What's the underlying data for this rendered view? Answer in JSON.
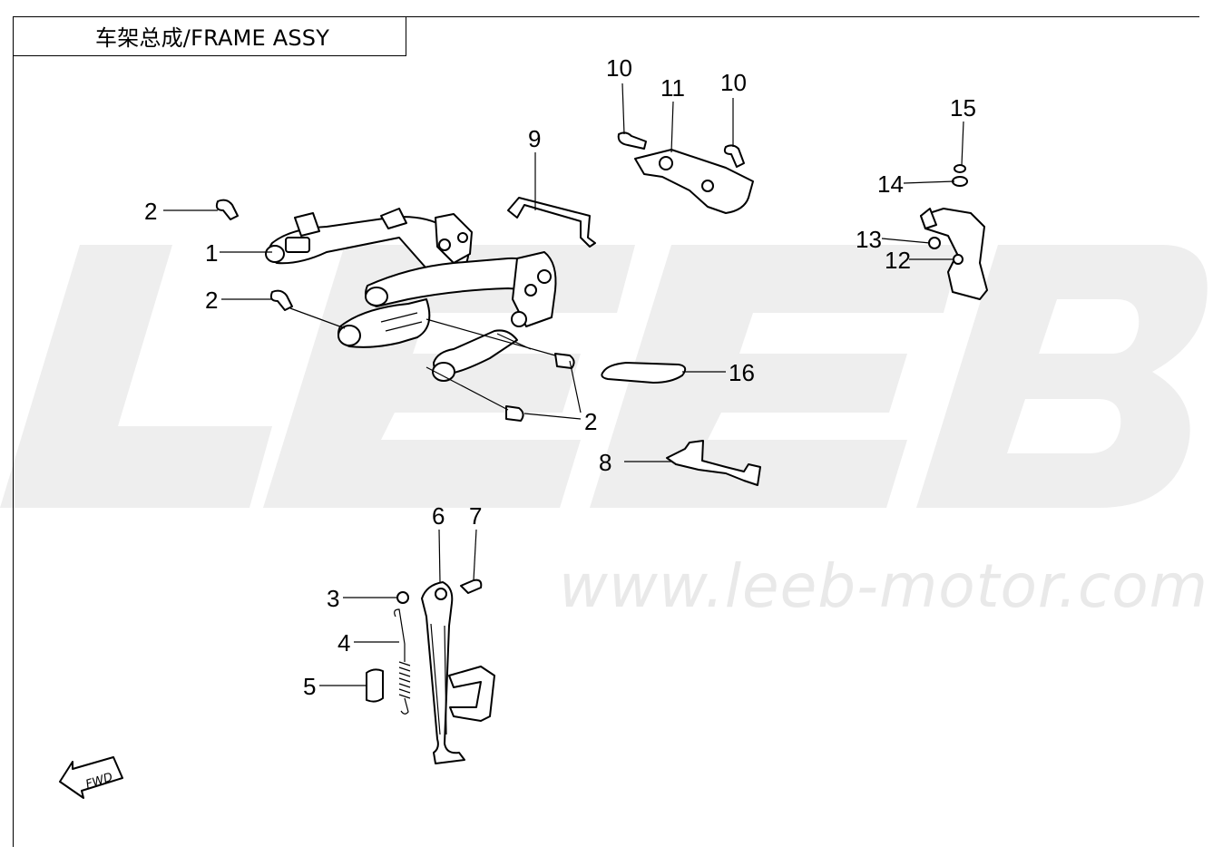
{
  "title": "车架总成/FRAME ASSY",
  "watermark": {
    "brand": "LEEB",
    "website": "www.leeb-motor.com",
    "color": "#e9e9e9"
  },
  "fwd_label": "FWD",
  "callouts": [
    {
      "id": "c1",
      "label": "1"
    },
    {
      "id": "c2a",
      "label": "2"
    },
    {
      "id": "c2b",
      "label": "2"
    },
    {
      "id": "c2c",
      "label": "2"
    },
    {
      "id": "c3",
      "label": "3"
    },
    {
      "id": "c4",
      "label": "4"
    },
    {
      "id": "c5",
      "label": "5"
    },
    {
      "id": "c6",
      "label": "6"
    },
    {
      "id": "c7",
      "label": "7"
    },
    {
      "id": "c8",
      "label": "8"
    },
    {
      "id": "c9",
      "label": "9"
    },
    {
      "id": "c10a",
      "label": "10"
    },
    {
      "id": "c10b",
      "label": "10"
    },
    {
      "id": "c11",
      "label": "11"
    },
    {
      "id": "c12",
      "label": "12"
    },
    {
      "id": "c13",
      "label": "13"
    },
    {
      "id": "c14",
      "label": "14"
    },
    {
      "id": "c15",
      "label": "15"
    },
    {
      "id": "c16",
      "label": "16"
    }
  ]
}
